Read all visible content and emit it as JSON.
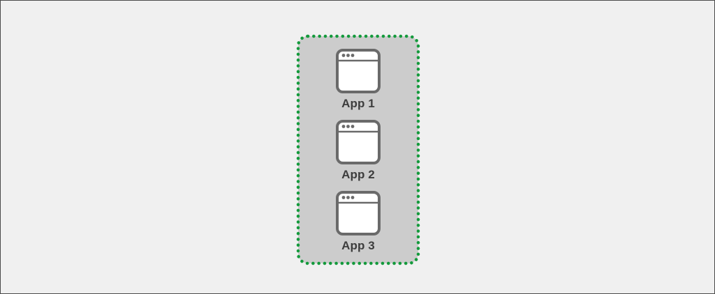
{
  "diagram": {
    "colors": {
      "background": "#f0f0f0",
      "group_fill": "#cccccc",
      "group_border": "#149a3c",
      "icon_stroke": "#6a6a6a",
      "icon_fill": "#ffffff",
      "label_text": "#3d3d3d"
    },
    "group": {
      "border_style": "dotted"
    },
    "apps": [
      {
        "label": "App 1",
        "icon": "browser-window-icon"
      },
      {
        "label": "App 2",
        "icon": "browser-window-icon"
      },
      {
        "label": "App 3",
        "icon": "browser-window-icon"
      }
    ]
  }
}
